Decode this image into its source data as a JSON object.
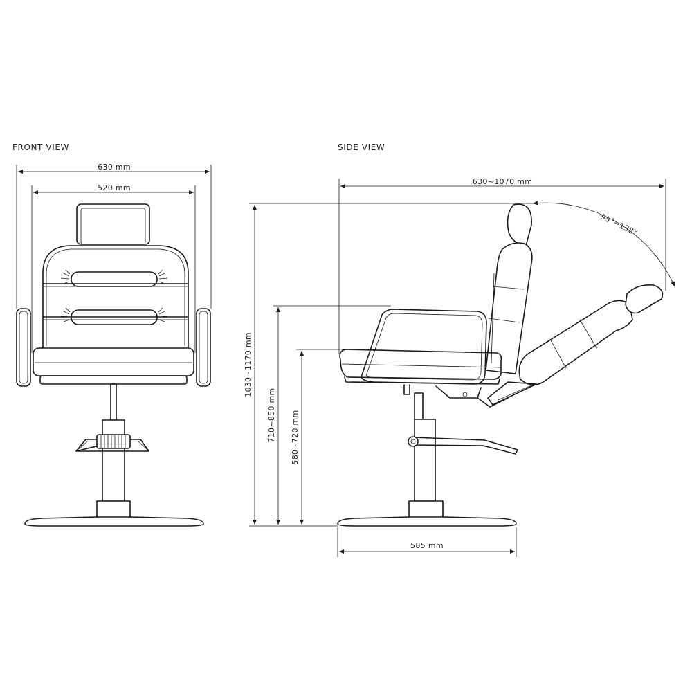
{
  "views": {
    "front": {
      "title": "FRONT VIEW",
      "overall_width": "630 mm",
      "seat_width": "520 mm"
    },
    "side": {
      "title": "SIDE VIEW",
      "overall_depth": "630~1070 mm",
      "recline_angle": "95°~138°",
      "overall_height": "1030~1170 mm",
      "armrest_height": "710~850 mm",
      "seat_height": "580~720 mm",
      "base_diameter": "585 mm"
    }
  }
}
